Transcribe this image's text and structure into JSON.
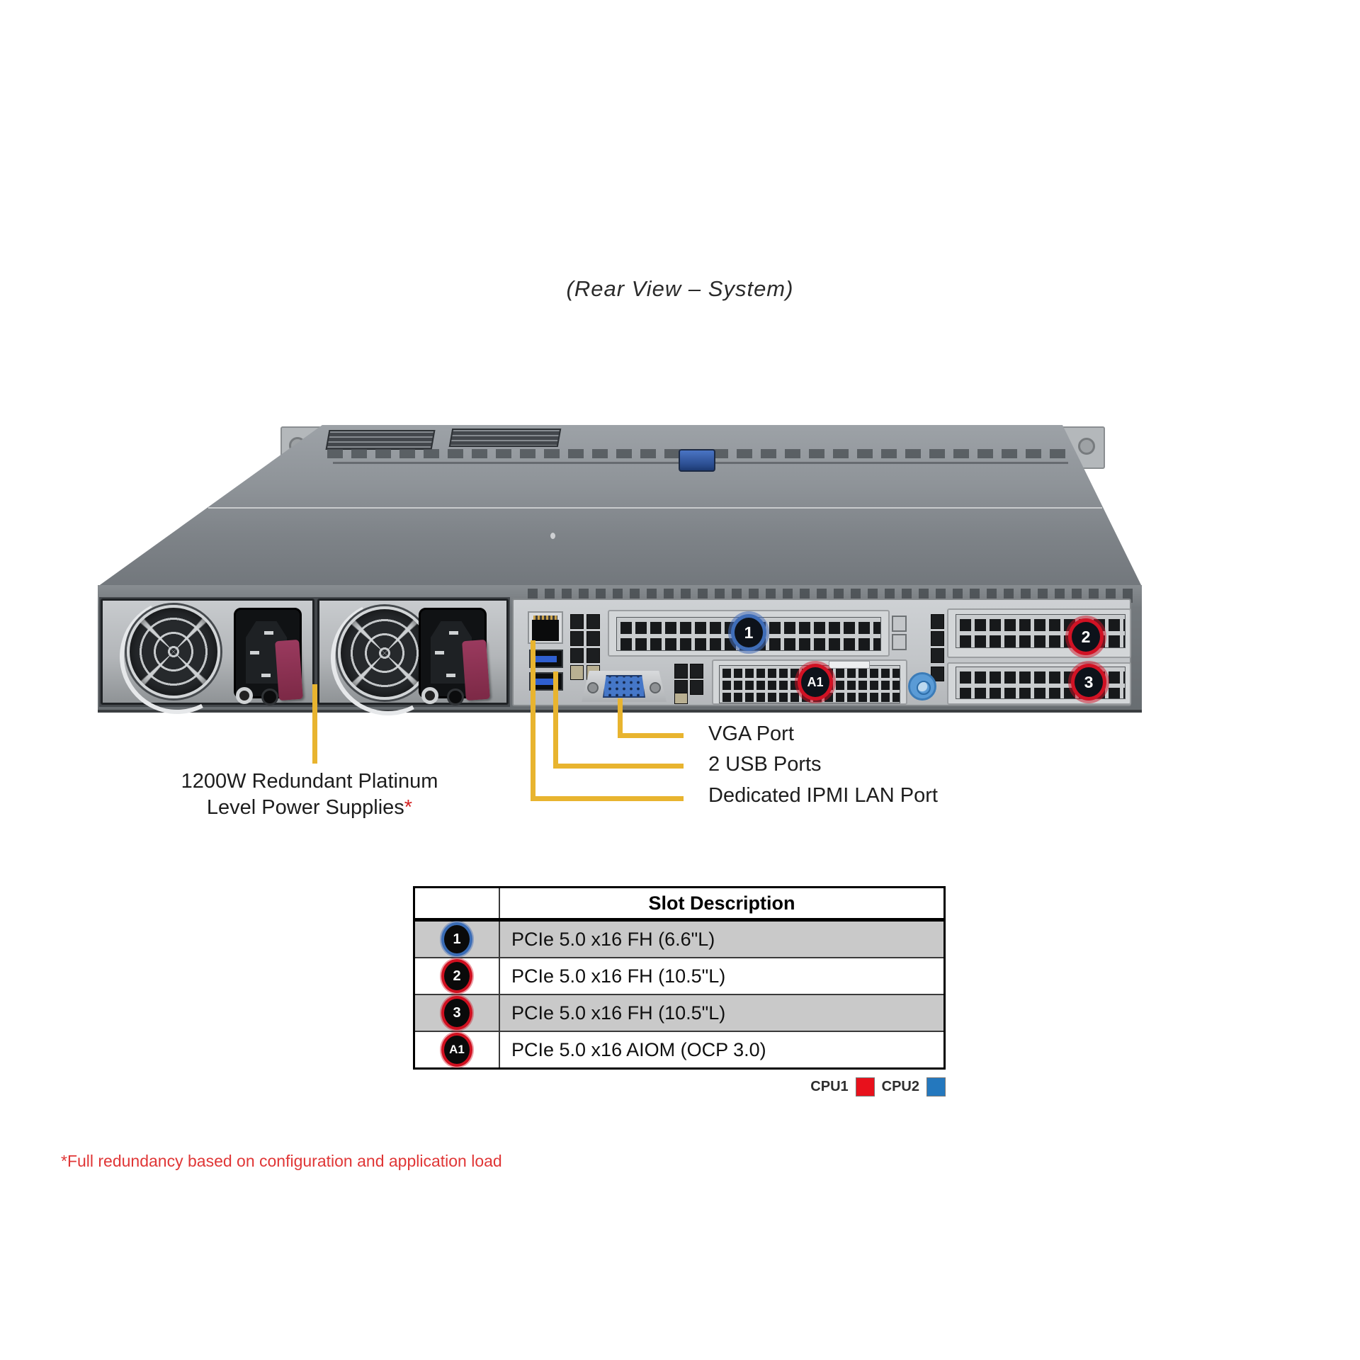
{
  "title": "(Rear View – System)",
  "callouts": {
    "psu": {
      "line1": "1200W Redundant Platinum",
      "line2": "Level Power Supplies",
      "asterisk": "*"
    },
    "vga": "VGA Port",
    "usb": "2 USB Ports",
    "ipmi": "Dedicated IPMI LAN Port"
  },
  "slots": {
    "slot1": "1",
    "slot2": "2",
    "slot3": "3",
    "aiom": "A1"
  },
  "table": {
    "header": "Slot Description",
    "rows": [
      {
        "badge": "1",
        "badge_color": "#3a6cb5",
        "description": "PCIe 5.0 x16 FH (6.6\"L)"
      },
      {
        "badge": "2",
        "badge_color": "#d01020",
        "description": "PCIe 5.0 x16 FH (10.5\"L)"
      },
      {
        "badge": "3",
        "badge_color": "#d01020",
        "description": "PCIe 5.0 x16 FH (10.5\"L)"
      },
      {
        "badge": "A1",
        "badge_color": "#d01020",
        "description": "PCIe 5.0 x16 AIOM (OCP 3.0)"
      }
    ]
  },
  "legend": {
    "items": [
      {
        "label": "CPU1",
        "color": "#e8111c"
      },
      {
        "label": "CPU2",
        "color": "#2478be"
      }
    ]
  },
  "footnote": "*Full redundancy based on configuration and application load",
  "colors": {
    "callout_line": "#e8b42f",
    "table_alt_row": "#c9c9c9"
  }
}
